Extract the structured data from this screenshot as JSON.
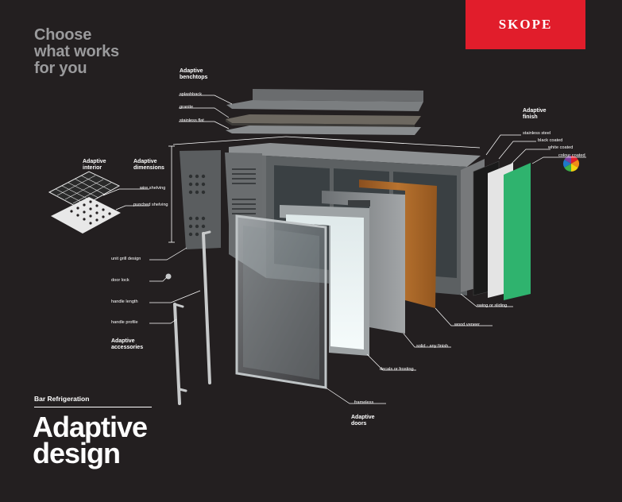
{
  "brand": {
    "logo_text": "SKOPE",
    "logo_color": "#e11d2b"
  },
  "headline": {
    "line1": "Choose",
    "line2": "what works",
    "line3": "for you"
  },
  "groups": {
    "benchtops_1": "Adaptive",
    "benchtops_2": "benchtops",
    "finish_1": "Adaptive",
    "finish_2": "finish",
    "interior_1": "Adaptive",
    "interior_2": "interior",
    "dimensions_1": "Adaptive",
    "dimensions_2": "dimensions",
    "accessories_1": "Adaptive",
    "accessories_2": "accessories",
    "doors_1": "Adaptive",
    "doors_2": "doors"
  },
  "labels": {
    "splashback": "splashback",
    "granite": "granite",
    "stainless_flat": "stainless flat",
    "stainless_steel": "stainless steel",
    "black_coated": "black coated",
    "white_coated": "white coated",
    "colour_coated": "colour coated",
    "wire_shelving": "wire shelving",
    "punched_shelving": "punched shelving",
    "unit_grill_design": "unit grill design",
    "door_lock": "door lock",
    "handle_length": "handle length",
    "handle_profile": "handle profile",
    "swing_or_sliding": "swing or sliding",
    "wood_veneer": "wood veneer",
    "solid_any_finish": "solid - any finish",
    "decals_or_frosting": "decals or frosting",
    "frameless": "frameless"
  },
  "footer": {
    "subtitle": "Bar Refrigeration",
    "title1": "Adaptive",
    "title2": "design"
  },
  "colors": {
    "background": "#231f20",
    "finish_green": "#2fb36e",
    "wood": "#a8652a",
    "steel": "#8f9294"
  }
}
